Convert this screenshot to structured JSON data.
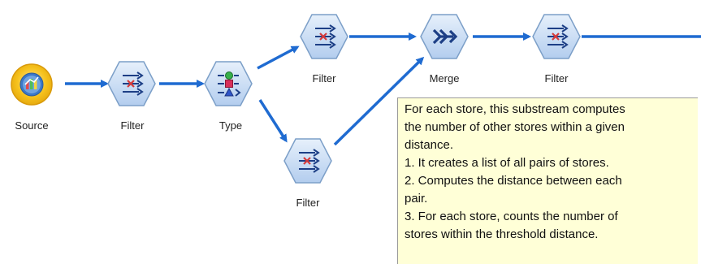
{
  "nodes": {
    "source": {
      "label": "Source",
      "icon": "source-icon"
    },
    "filter1": {
      "label": "Filter",
      "icon": "filter-icon"
    },
    "type": {
      "label": "Type",
      "icon": "type-icon"
    },
    "filter_top": {
      "label": "Filter",
      "icon": "filter-icon"
    },
    "filter_bottom": {
      "label": "Filter",
      "icon": "filter-icon"
    },
    "merge": {
      "label": "Merge",
      "icon": "merge-icon"
    },
    "filter_right": {
      "label": "Filter",
      "icon": "filter-icon"
    }
  },
  "comment": {
    "lines": [
      "For each store, this substream computes",
      "the number of other stores within a given",
      "distance.",
      "1. It creates a list of all pairs of stores.",
      "2. Computes the distance between each",
      "pair.",
      "3. For each store, counts the number of",
      "stores within the threshold distance."
    ]
  },
  "colors": {
    "connector": "#1f6bd1",
    "node_fill": "#c8dcf4",
    "node_stroke": "#7c9fc8",
    "source_ring": "#f1b51c",
    "comment_bg": "#ffffd7"
  }
}
